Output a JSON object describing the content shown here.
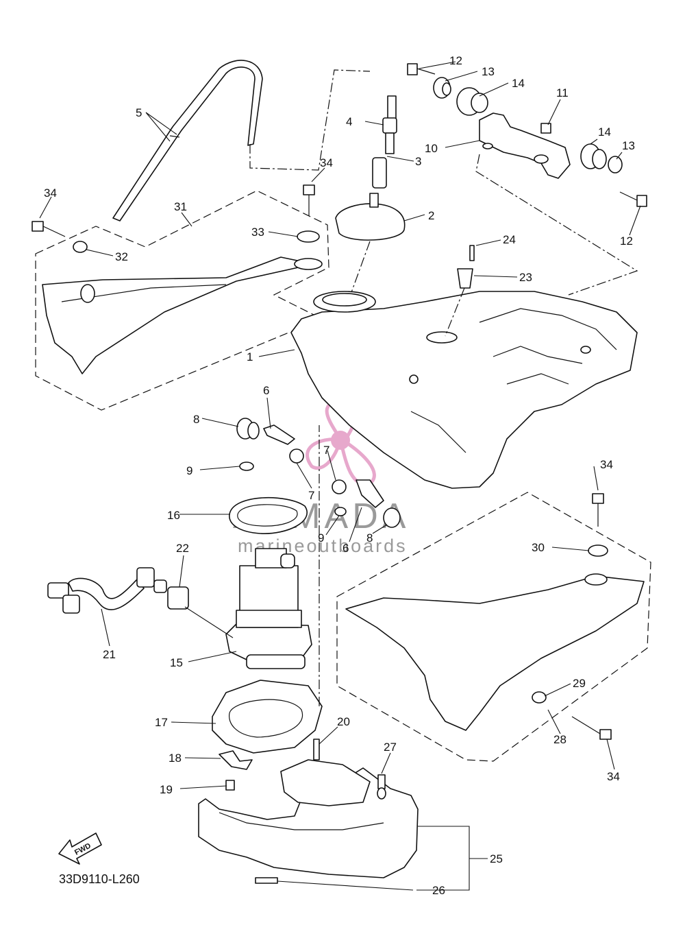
{
  "diagram_code": "33D9110-L260",
  "fwd_label": "FWD",
  "watermark": {
    "brand": "ARMADA",
    "tagline": "marineoutboards",
    "accent_color": "#e39ac4"
  },
  "callouts": [
    "1",
    "2",
    "3",
    "4",
    "5",
    "6",
    "7",
    "8",
    "9",
    "10",
    "11",
    "12",
    "13",
    "14",
    "15",
    "16",
    "17",
    "18",
    "19",
    "20",
    "21",
    "22",
    "23",
    "24",
    "25",
    "26",
    "27",
    "28",
    "29",
    "30",
    "31",
    "32",
    "33",
    "34"
  ]
}
